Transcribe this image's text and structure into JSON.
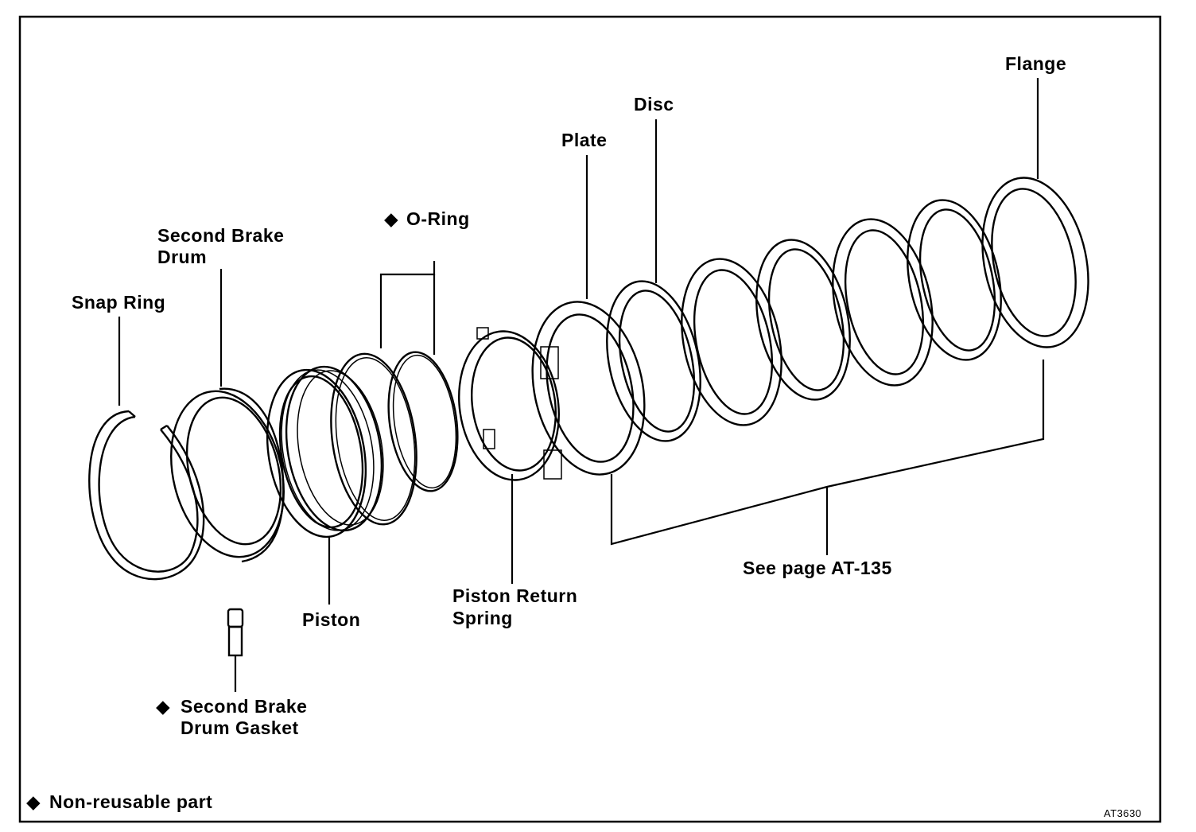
{
  "diagram": {
    "labels": {
      "snap_ring": "Snap Ring",
      "second_brake_drum_line1": "Second Brake",
      "second_brake_drum_line2": "Drum",
      "o_ring": "O-Ring",
      "plate": "Plate",
      "disc": "Disc",
      "flange": "Flange",
      "piston": "Piston",
      "piston_return_spring_line1": "Piston Return",
      "piston_return_spring_line2": "Spring",
      "see_page": "See page AT-135",
      "gasket_line1": "Second Brake",
      "gasket_line2": "Drum Gasket"
    },
    "legend": {
      "symbol": "◆",
      "text": "Non-reusable part"
    },
    "figure_code": "AT3630",
    "non_reusable_marker": "◆"
  }
}
